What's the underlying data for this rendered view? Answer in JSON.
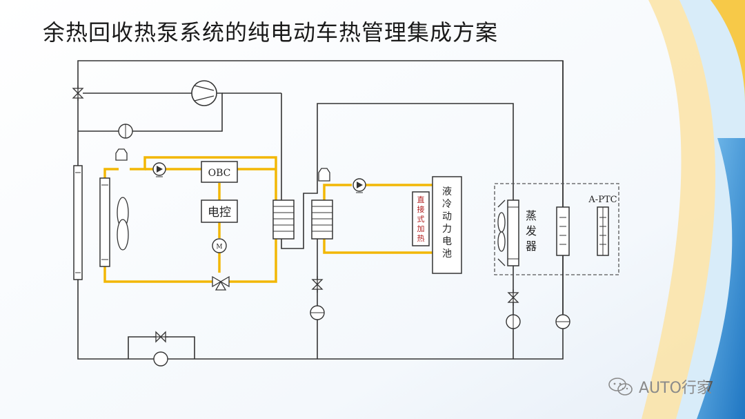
{
  "slide": {
    "title": "余热回收热泵系统的纯电动车热管理集成方案",
    "page_number": "7"
  },
  "labels": {
    "obc": "OBC",
    "controller": "电控",
    "motor": "M",
    "battery": [
      "液",
      "冷",
      "动",
      "力",
      "电",
      "池"
    ],
    "direct_heating": [
      "直",
      "接",
      "式",
      "加",
      "热"
    ],
    "evaporator": [
      "蒸",
      "发",
      "器"
    ],
    "aptc": "A-PTC"
  },
  "watermark": {
    "text": "AUTO行家"
  },
  "colors": {
    "coolant_loop": "#f2b705",
    "refrigerant_line": "#333333",
    "direct_heat_text": "#b01c1c",
    "accent_blue": "#2f8fd8",
    "accent_yellow": "#f7c948"
  },
  "icons": [
    "compressor-icon",
    "pump-icon",
    "fan-icon",
    "valve-icon",
    "reservoir-icon",
    "wechat-icon"
  ]
}
